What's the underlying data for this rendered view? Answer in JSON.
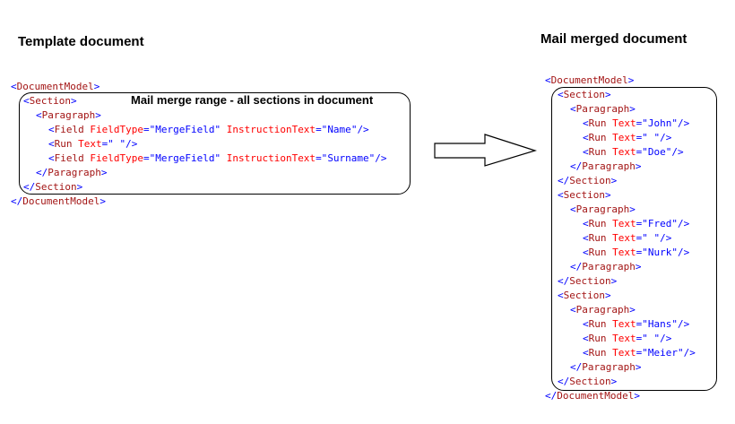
{
  "template": {
    "heading": "Template document",
    "range_label": "Mail merge range - all sections in document",
    "lines": [
      {
        "indent": 0,
        "tag": "DocumentModel",
        "close": false,
        "attrs": [],
        "self": false
      },
      {
        "indent": 1,
        "tag": "Section",
        "close": false,
        "attrs": [],
        "self": false
      },
      {
        "indent": 2,
        "tag": "Paragraph",
        "close": false,
        "attrs": [],
        "self": false
      },
      {
        "indent": 3,
        "tag": "Field",
        "close": false,
        "attrs": [
          [
            "FieldType",
            "MergeField"
          ],
          [
            "InstructionText",
            "Name"
          ]
        ],
        "self": true
      },
      {
        "indent": 3,
        "tag": "Run",
        "close": false,
        "attrs": [
          [
            "Text",
            " "
          ]
        ],
        "self": true
      },
      {
        "indent": 3,
        "tag": "Field",
        "close": false,
        "attrs": [
          [
            "FieldType",
            "MergeField"
          ],
          [
            "InstructionText",
            "Surname"
          ]
        ],
        "self": true
      },
      {
        "indent": 2,
        "tag": "Paragraph",
        "close": true,
        "attrs": [],
        "self": false
      },
      {
        "indent": 1,
        "tag": "Section",
        "close": true,
        "attrs": [],
        "self": false
      },
      {
        "indent": 0,
        "tag": "DocumentModel",
        "close": true,
        "attrs": [],
        "self": false
      }
    ]
  },
  "merged": {
    "heading": "Mail merged document",
    "lines": [
      {
        "indent": 0,
        "tag": "DocumentModel",
        "close": false,
        "attrs": [],
        "self": false
      },
      {
        "indent": 1,
        "tag": "Section",
        "close": false,
        "attrs": [],
        "self": false
      },
      {
        "indent": 2,
        "tag": "Paragraph",
        "close": false,
        "attrs": [],
        "self": false
      },
      {
        "indent": 3,
        "tag": "Run",
        "close": false,
        "attrs": [
          [
            "Text",
            "John"
          ]
        ],
        "self": true
      },
      {
        "indent": 3,
        "tag": "Run",
        "close": false,
        "attrs": [
          [
            "Text",
            " "
          ]
        ],
        "self": true
      },
      {
        "indent": 3,
        "tag": "Run",
        "close": false,
        "attrs": [
          [
            "Text",
            "Doe"
          ]
        ],
        "self": true
      },
      {
        "indent": 2,
        "tag": "Paragraph",
        "close": true,
        "attrs": [],
        "self": false
      },
      {
        "indent": 1,
        "tag": "Section",
        "close": true,
        "attrs": [],
        "self": false
      },
      {
        "indent": 1,
        "tag": "Section",
        "close": false,
        "attrs": [],
        "self": false
      },
      {
        "indent": 2,
        "tag": "Paragraph",
        "close": false,
        "attrs": [],
        "self": false
      },
      {
        "indent": 3,
        "tag": "Run",
        "close": false,
        "attrs": [
          [
            "Text",
            "Fred"
          ]
        ],
        "self": true
      },
      {
        "indent": 3,
        "tag": "Run",
        "close": false,
        "attrs": [
          [
            "Text",
            " "
          ]
        ],
        "self": true
      },
      {
        "indent": 3,
        "tag": "Run",
        "close": false,
        "attrs": [
          [
            "Text",
            "Nurk"
          ]
        ],
        "self": true
      },
      {
        "indent": 2,
        "tag": "Paragraph",
        "close": true,
        "attrs": [],
        "self": false
      },
      {
        "indent": 1,
        "tag": "Section",
        "close": true,
        "attrs": [],
        "self": false
      },
      {
        "indent": 1,
        "tag": "Section",
        "close": false,
        "attrs": [],
        "self": false
      },
      {
        "indent": 2,
        "tag": "Paragraph",
        "close": false,
        "attrs": [],
        "self": false
      },
      {
        "indent": 3,
        "tag": "Run",
        "close": false,
        "attrs": [
          [
            "Text",
            "Hans"
          ]
        ],
        "self": true
      },
      {
        "indent": 3,
        "tag": "Run",
        "close": false,
        "attrs": [
          [
            "Text",
            " "
          ]
        ],
        "self": true
      },
      {
        "indent": 3,
        "tag": "Run",
        "close": false,
        "attrs": [
          [
            "Text",
            "Meier"
          ]
        ],
        "self": true
      },
      {
        "indent": 2,
        "tag": "Paragraph",
        "close": true,
        "attrs": [],
        "self": false
      },
      {
        "indent": 1,
        "tag": "Section",
        "close": true,
        "attrs": [],
        "self": false
      },
      {
        "indent": 0,
        "tag": "DocumentModel",
        "close": true,
        "attrs": [],
        "self": false
      }
    ]
  },
  "colors": {
    "tag": "#a31515",
    "attribute": "#ff0000",
    "value": "#0000ff",
    "symbol": "#0000ff",
    "arrow_outline": "#000000"
  },
  "icons": {
    "arrow": "right-arrow-icon"
  }
}
